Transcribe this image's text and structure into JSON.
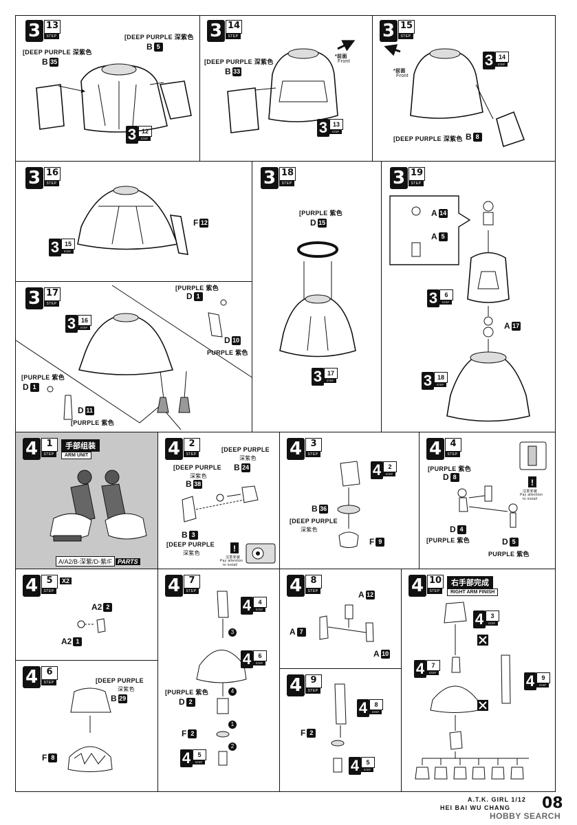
{
  "page_number": "08",
  "footer": {
    "title": "A.T.K. GIRL 1/12",
    "subtitle": "HEI BAI WU CHANG",
    "watermark": "HOBBY SEARCH"
  },
  "colors": {
    "line": "#111111",
    "shaded_panel": "#c8c8c8",
    "part_fill": "#d9d9d9"
  },
  "steps": [
    {
      "id": "3-13",
      "major": "3",
      "minor": "13",
      "step_word": "STEP",
      "parts": [
        {
          "color": "[DEEP PURPLE 深紫色",
          "runner": "B",
          "number": "35"
        },
        {
          "color": "[DEEP PURPLE 深紫色",
          "runner": "B",
          "number": "5"
        }
      ],
      "refs": [
        {
          "major": "3",
          "minor": "12"
        }
      ]
    },
    {
      "id": "3-14",
      "major": "3",
      "minor": "14",
      "step_word": "STEP",
      "parts": [
        {
          "color": "[DEEP PURPLE 深紫色",
          "runner": "B",
          "number": "33"
        }
      ],
      "front": {
        "cn": "*前面",
        "en": "Front"
      },
      "refs": [
        {
          "major": "3",
          "minor": "13"
        }
      ]
    },
    {
      "id": "3-15",
      "major": "3",
      "minor": "15",
      "step_word": "STEP",
      "parts": [
        {
          "color": "[DEEP PURPLE 深紫色",
          "runner": "B",
          "number": "8"
        }
      ],
      "front": {
        "cn": "*前面",
        "en": "Front"
      },
      "refs": [
        {
          "major": "3",
          "minor": "14"
        }
      ]
    },
    {
      "id": "3-16",
      "major": "3",
      "minor": "16",
      "step_word": "STEP",
      "parts": [
        {
          "runner": "F",
          "number": "12"
        }
      ],
      "refs": [
        {
          "major": "3",
          "minor": "15"
        }
      ]
    },
    {
      "id": "3-17",
      "major": "3",
      "minor": "17",
      "step_word": "STEP",
      "parts": [
        {
          "color": "[PURPLE 紫色",
          "runner": "D",
          "number": "1"
        },
        {
          "color": "PURPLE 紫色",
          "runner": "D",
          "number": "10"
        },
        {
          "color": "[PURPLE 紫色",
          "runner": "D",
          "number": "1"
        },
        {
          "color": "[PURPLE 紫色",
          "runner": "D",
          "number": "11"
        }
      ],
      "refs": [
        {
          "major": "3",
          "minor": "16"
        }
      ]
    },
    {
      "id": "3-18",
      "major": "3",
      "minor": "18",
      "step_word": "STEP",
      "parts": [
        {
          "color": "[PURPLE 紫色",
          "runner": "D",
          "number": "15"
        }
      ],
      "refs": [
        {
          "major": "3",
          "minor": "17"
        }
      ]
    },
    {
      "id": "3-19",
      "major": "3",
      "minor": "19",
      "step_word": "STEP",
      "parts": [
        {
          "runner": "A",
          "number": "14"
        },
        {
          "runner": "A",
          "number": "5"
        },
        {
          "runner": "A",
          "number": "17"
        }
      ],
      "refs": [
        {
          "major": "3",
          "minor": "6"
        },
        {
          "major": "3",
          "minor": "18"
        }
      ]
    },
    {
      "id": "4-1",
      "major": "4",
      "minor": "1",
      "step_word": "STEP",
      "title_cn": "手部组装",
      "title_en": "ARM UNIT",
      "parts_list": "A/A2/B-深紫/D-紫/F",
      "parts_word": "PARTS"
    },
    {
      "id": "4-2",
      "major": "4",
      "minor": "2",
      "step_word": "STEP",
      "parts": [
        {
          "color": "[DEEP PURPLE",
          "color_cn": "深紫色",
          "runner": "B",
          "number": "24"
        },
        {
          "color": "[DEEP PURPLE",
          "color_cn": "深紫色",
          "runner": "B",
          "number": "38"
        },
        {
          "color": "[DEEP PURPLE",
          "color_cn": "深紫色",
          "runner": "B",
          "number": "3"
        }
      ],
      "note": {
        "cn": "注意安装",
        "en1": "Pay attention",
        "en2": "to install"
      }
    },
    {
      "id": "4-3",
      "major": "4",
      "minor": "3",
      "step_word": "STEP",
      "parts": [
        {
          "runner": "B",
          "number": "36",
          "color": "[DEEP PURPLE",
          "color_cn": "深紫色"
        },
        {
          "runner": "F",
          "number": "9"
        }
      ],
      "refs": [
        {
          "major": "4",
          "minor": "2"
        }
      ]
    },
    {
      "id": "4-4",
      "major": "4",
      "minor": "4",
      "step_word": "STEP",
      "parts": [
        {
          "color": "[PURPLE 紫色",
          "runner": "D",
          "number": "8"
        },
        {
          "color": "[PURPLE 紫色",
          "runner": "D",
          "number": "4"
        },
        {
          "color": "PURPLE 紫色",
          "runner": "D",
          "number": "5"
        }
      ],
      "note": {
        "cn": "注意安装",
        "en1": "Pay attention",
        "en2": "to install"
      }
    },
    {
      "id": "4-5",
      "major": "4",
      "minor": "5",
      "step_word": "STEP",
      "multiplier": "X2",
      "parts": [
        {
          "runner": "A2",
          "number": "2"
        },
        {
          "runner": "A2",
          "number": "1"
        }
      ]
    },
    {
      "id": "4-6",
      "major": "4",
      "minor": "6",
      "step_word": "STEP",
      "parts": [
        {
          "color": "[DEEP PURPLE",
          "color_cn": "深紫色",
          "runner": "B",
          "number": "29"
        },
        {
          "runner": "F",
          "number": "8"
        }
      ]
    },
    {
      "id": "4-7",
      "major": "4",
      "minor": "7",
      "step_word": "STEP",
      "parts": [
        {
          "color": "[PURPLE 紫色",
          "runner": "D",
          "number": "2"
        },
        {
          "runner": "F",
          "number": "2"
        }
      ],
      "order": [
        "1",
        "2",
        "3",
        "4"
      ],
      "refs": [
        {
          "major": "4",
          "minor": "4"
        },
        {
          "major": "4",
          "minor": "6"
        },
        {
          "major": "4",
          "minor": "5"
        }
      ]
    },
    {
      "id": "4-8",
      "major": "4",
      "minor": "8",
      "step_word": "STEP",
      "parts": [
        {
          "runner": "A",
          "number": "12"
        },
        {
          "runner": "A",
          "number": "7"
        },
        {
          "runner": "A",
          "number": "10"
        }
      ]
    },
    {
      "id": "4-9",
      "major": "4",
      "minor": "9",
      "step_word": "STEP",
      "parts": [
        {
          "runner": "F",
          "number": "2"
        }
      ],
      "refs": [
        {
          "major": "4",
          "minor": "8"
        },
        {
          "major": "4",
          "minor": "5"
        }
      ]
    },
    {
      "id": "4-10",
      "major": "4",
      "minor": "10",
      "step_word": "STEP",
      "title_cn": "右手部完成",
      "title_en": "RIGHT ARM FINISH",
      "refs": [
        {
          "major": "4",
          "minor": "3"
        },
        {
          "major": "4",
          "minor": "7"
        },
        {
          "major": "4",
          "minor": "9"
        }
      ]
    }
  ]
}
